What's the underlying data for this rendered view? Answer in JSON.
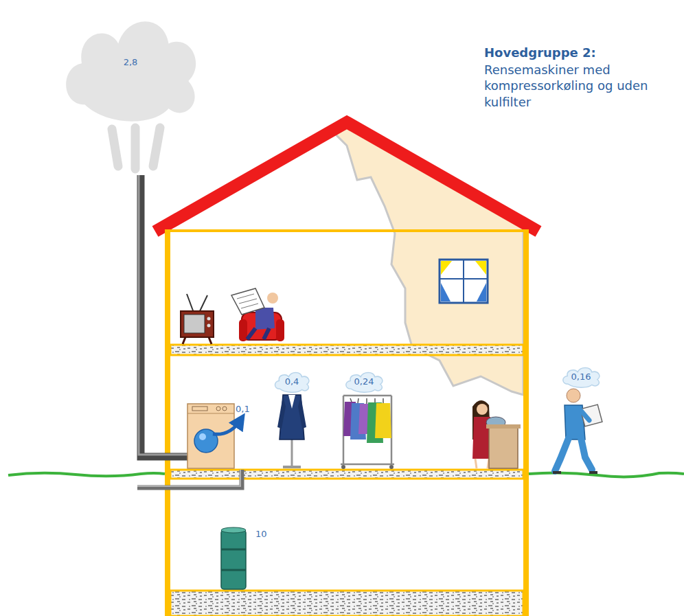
{
  "diagram": {
    "title": "Hovedgruppe 2:",
    "nodes": [
      {
        "text": [
          "2,8"
        ]
      },
      {
        "text": [
          "0,4"
        ]
      },
      {
        "text": [
          "0,24"
        ]
      },
      {
        "text": [
          "0,16"
        ]
      }
    ],
    "labels": [
      "Rensemaskiner med kompressorkøling og uden kulfilter",
      "0,1",
      "10"
    ]
  }
}
